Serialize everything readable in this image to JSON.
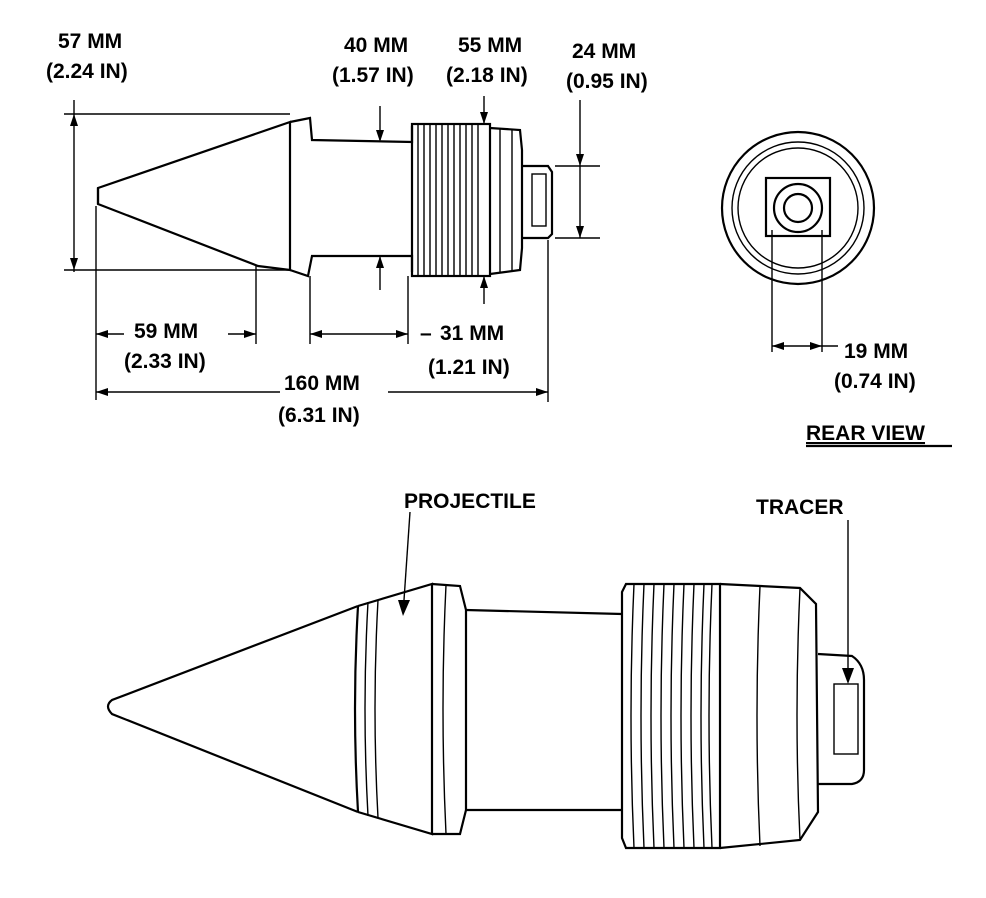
{
  "dimensions": {
    "overall_height": {
      "mm": "57 MM",
      "in": "(2.24 IN)"
    },
    "neck_diameter": {
      "mm": "40 MM",
      "in": "(1.57 IN)"
    },
    "band_diameter": {
      "mm": "55 MM",
      "in": "(2.18 IN)"
    },
    "tracer_diameter": {
      "mm": "24 MM",
      "in": "(0.95 IN)"
    },
    "nose_length": {
      "mm": "59 MM",
      "in": "(2.33 IN)"
    },
    "neck_length": {
      "mm": "31 MM",
      "in": "(1.21 IN)"
    },
    "overall_length": {
      "mm": "160 MM",
      "in": "(6.31 IN)"
    },
    "rear_hole": {
      "mm": "19 MM",
      "in": "(0.74 IN)"
    }
  },
  "labels": {
    "rear_view": "REAR VIEW",
    "projectile": "PROJECTILE",
    "tracer": "TRACER"
  }
}
